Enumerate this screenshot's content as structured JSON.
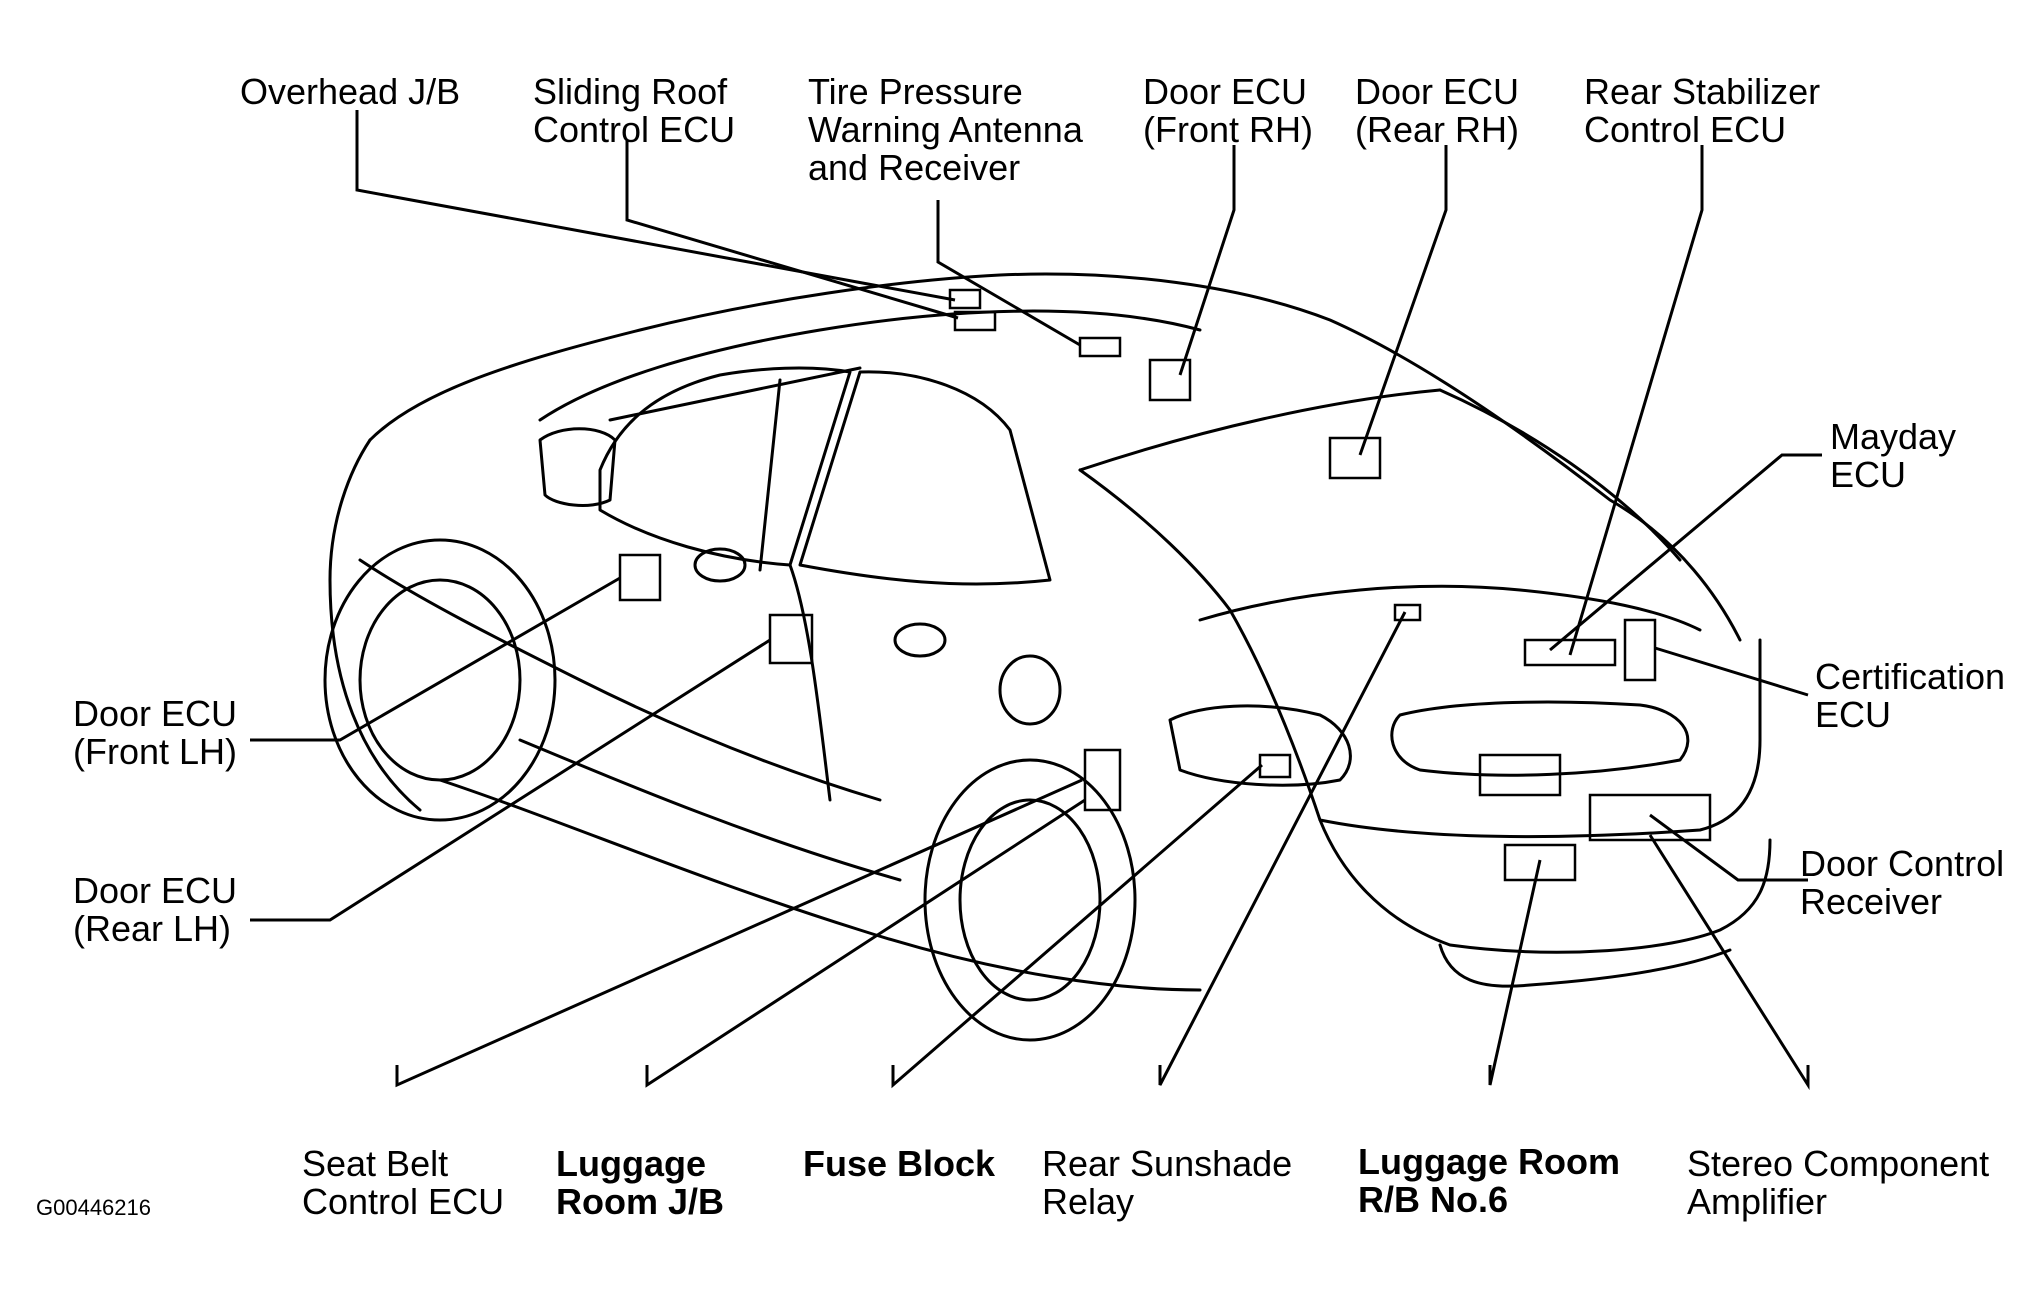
{
  "labels": {
    "overhead_jb": [
      "Overhead J/B"
    ],
    "sliding_roof": [
      "Sliding Roof",
      "Control ECU"
    ],
    "tire_pressure": [
      "Tire Pressure",
      "Warning Antenna",
      "and Receiver"
    ],
    "door_ecu_front_rh": [
      "Door ECU",
      "(Front RH)"
    ],
    "door_ecu_rear_rh": [
      "Door ECU",
      "(Rear RH)"
    ],
    "rear_stabilizer": [
      "Rear Stabilizer",
      "Control ECU"
    ],
    "mayday_ecu": [
      "Mayday",
      "ECU"
    ],
    "certification_ecu": [
      "Certification",
      "ECU"
    ],
    "door_control_receiver": [
      "Door Control",
      "Receiver"
    ],
    "door_ecu_front_lh": [
      "Door ECU",
      "(Front LH)"
    ],
    "door_ecu_rear_lh": [
      "Door ECU",
      "(Rear LH)"
    ],
    "seat_belt": [
      "Seat Belt",
      "Control ECU"
    ],
    "luggage_room_jb": [
      "Luggage",
      "Room J/B"
    ],
    "fuse_block": [
      "Fuse Block"
    ],
    "rear_sunshade": [
      "Rear Sunshade",
      "Relay"
    ],
    "luggage_room_rb": [
      "Luggage Room",
      "R/B No.6"
    ],
    "stereo_amp": [
      "Stereo Component",
      "Amplifier"
    ]
  },
  "figure_code": "G00446216"
}
